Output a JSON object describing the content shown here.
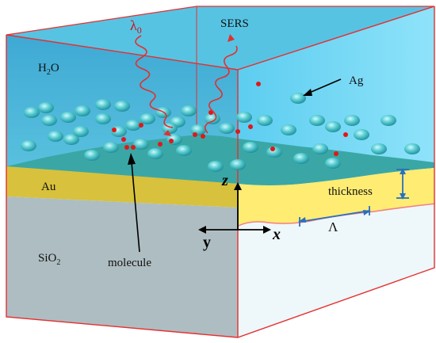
{
  "labels": {
    "water": "H",
    "water_sub": "2",
    "water_tail": "O",
    "gold": "Au",
    "silica": "SiO",
    "silica_sub": "2",
    "silver": "Ag",
    "sers": "SERS",
    "lambda": "λ",
    "lambda_sub": "0",
    "molecule": "molecule",
    "thickness": "thickness",
    "period": "Λ",
    "axis_x": "x",
    "axis_y": "y",
    "axis_z": "z"
  },
  "colors": {
    "water_front": "#46b6d8",
    "water_side": "#6fd6f4",
    "water_top": "#55c2e2",
    "gold_front": "#d9c23a",
    "gold_side": "#ffec70",
    "silica_front": "#aebdc0",
    "silica_side": "#eef6f8",
    "film_top": "#3eaaa8",
    "edge_red": "#e53030",
    "nanoparticle": "#4cc6cc",
    "molecule_dot": "#e01818",
    "photon": "#e03030",
    "bracket_blue": "#2a6fbf"
  }
}
